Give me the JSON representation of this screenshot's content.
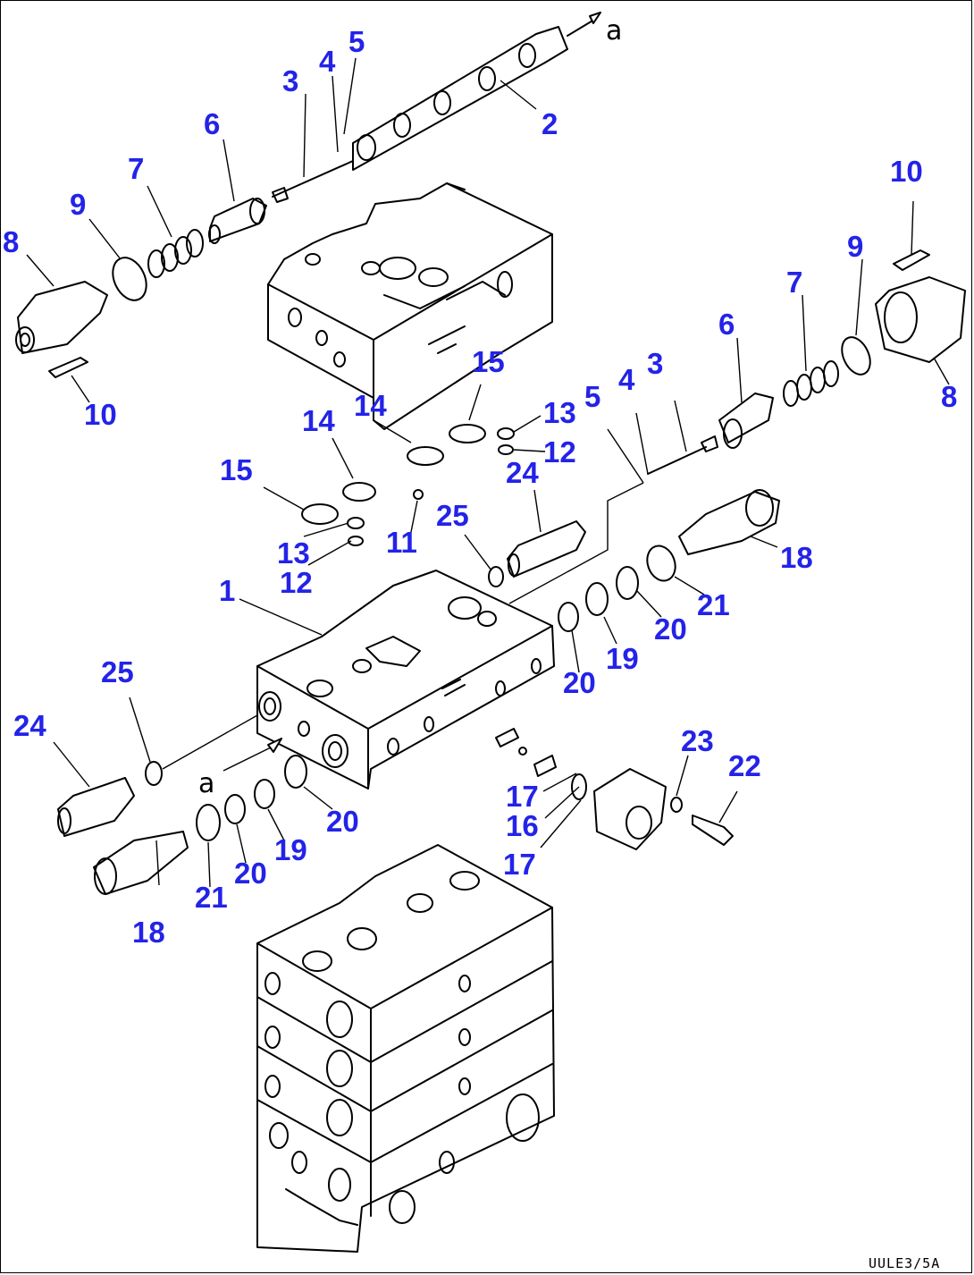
{
  "callouts": {
    "c1": "1",
    "c2": "2",
    "c3a": "3",
    "c3b": "3",
    "c4a": "4",
    "c4b": "4",
    "c5a": "5",
    "c5b": "5",
    "c6a": "6",
    "c6b": "6",
    "c7a": "7",
    "c7b": "7",
    "c8a": "8",
    "c8b": "8",
    "c9a": "9",
    "c9b": "9",
    "c10a": "10",
    "c10b": "10",
    "c11": "11",
    "c12a": "12",
    "c12b": "12",
    "c13a": "13",
    "c13b": "13",
    "c14a": "14",
    "c14b": "14",
    "c15a": "15",
    "c15b": "15",
    "c16": "16",
    "c17a": "17",
    "c17b": "17",
    "c18a": "18",
    "c18b": "18",
    "c19a": "19",
    "c19b": "19",
    "c20a": "20",
    "c20b": "20",
    "c20c": "20",
    "c21a": "21",
    "c21b": "21",
    "c22": "22",
    "c23": "23",
    "c24a": "24",
    "c24b": "24",
    "c25a": "25",
    "c25b": "25"
  },
  "markers": {
    "arrow_a_top": "a",
    "arrow_a_left": "a"
  },
  "drawing_code": "UULE3/5A",
  "colors": {
    "callout": "#2323e8",
    "line": "#000000",
    "background": "#ffffff"
  }
}
